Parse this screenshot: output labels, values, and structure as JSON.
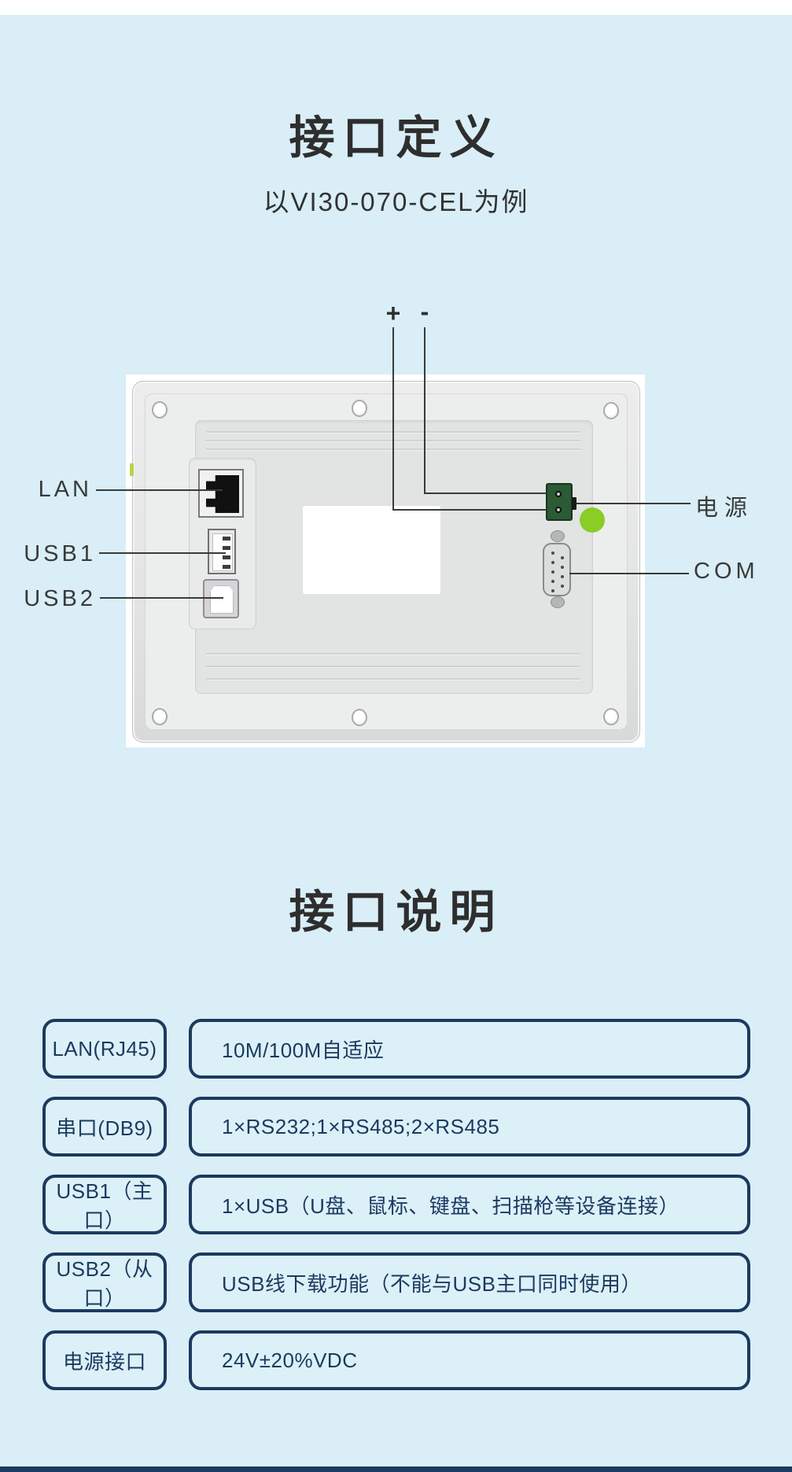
{
  "colors": {
    "background": "#d9eef7",
    "table_navy": "#1b3a5f",
    "sticker_green": "#8bcd27",
    "connector_green": "#2b5a34"
  },
  "section_definition": {
    "title": "接口定义",
    "subtitle": "以VI30-070-CEL为例"
  },
  "diagram": {
    "labels": {
      "plus": "+",
      "minus": "-",
      "lan": "LAN",
      "usb1": "USB1",
      "usb2": "USB2",
      "power": "电源",
      "com": "COM"
    }
  },
  "section_description": {
    "title": "接口说明"
  },
  "table": {
    "rows": [
      {
        "label": "LAN(RJ45)",
        "desc": "10M/100M自适应"
      },
      {
        "label": "串口(DB9)",
        "desc": "1×RS232;1×RS485;2×RS485"
      },
      {
        "label": "USB1（主口）",
        "desc": "1×USB（U盘、鼠标、键盘、扫描枪等设备连接）"
      },
      {
        "label": "USB2（从口）",
        "desc": "USB线下载功能（不能与USB主口同时使用）"
      },
      {
        "label": "电源接口",
        "desc": "24V±20%VDC"
      }
    ]
  }
}
